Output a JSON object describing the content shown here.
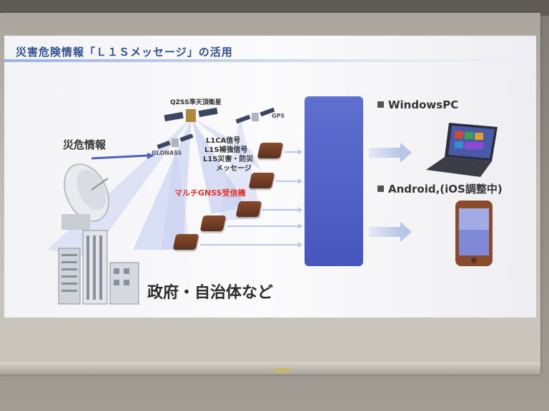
{
  "slide": {
    "title": "災害危険情報「Ｌ１Ｓメッセージ」の活用",
    "disaster_info": "災危情報",
    "satellite_qzss": "QZSS準天頂衛星",
    "satellite_gps": "GPS",
    "satellite_glonass": "GLONASS",
    "signal_labels": [
      "L1CA信号",
      "L1S補強信号",
      "L1S災害・防災",
      "メッセージ"
    ],
    "receiver_label": "マルチGNSS受信機",
    "government_label": "政府・自治体など",
    "target_windows": "WindowsPC",
    "target_android": "Android,(iOS調整中)"
  }
}
